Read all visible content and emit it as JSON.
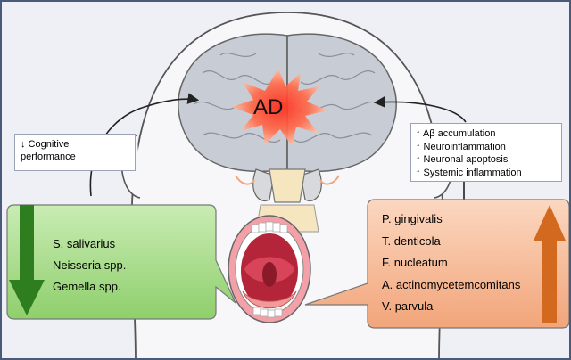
{
  "center_label": "AD",
  "cognitive_box": {
    "lines": [
      "↓ Cognitive",
      "performance"
    ]
  },
  "effects_box": {
    "lines": [
      "↑ Aβ accumulation",
      "↑ Neuroinflammation",
      "↑ Neuronal apoptosis",
      "↑ Systemic inflammation"
    ]
  },
  "decreased_bacteria": [
    "S. salivarius",
    "Neisseria spp.",
    "Gemella spp."
  ],
  "increased_bacteria": [
    "P. gingivalis",
    "T. denticola",
    "F. nucleatum",
    "A. actinomycetemcomitans",
    "V. parvula"
  ],
  "colors": {
    "green_box": "#a8d98a",
    "green_arrow": "#2e7d1f",
    "orange_box": "#f4b58e",
    "orange_arrow": "#d2691e",
    "brain": "#c8ccd4",
    "burst": "#ff4b3a"
  }
}
